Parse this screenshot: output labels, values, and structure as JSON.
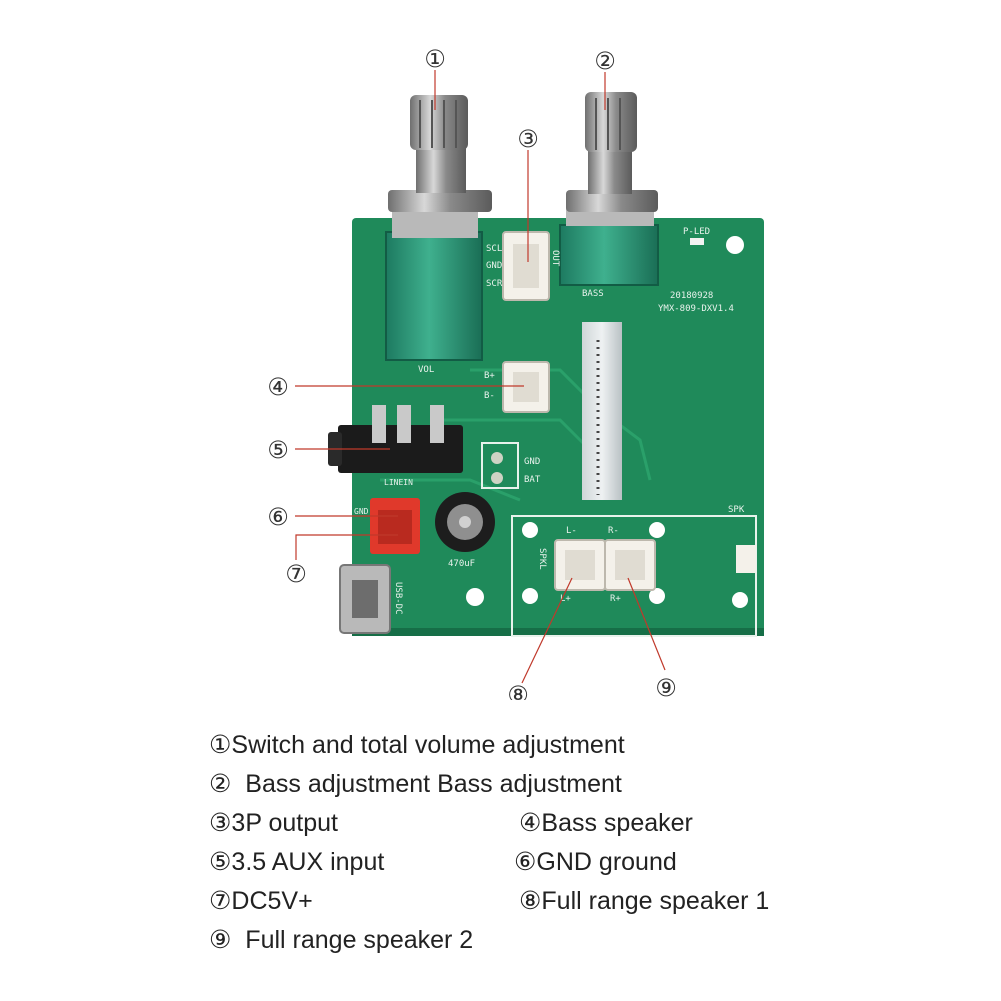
{
  "board": {
    "silkscreen": {
      "scl": "SCL",
      "gnd_top": "GND",
      "scr": "SCR",
      "out": "OUT",
      "vol": "VOL",
      "bass": "BASS",
      "p_led": "P-LED",
      "date": "20180928",
      "model": "YMX-809-DXV1.4",
      "b_plus": "B+",
      "b_minus": "B-",
      "gnd_bat": "GND",
      "bat": "BAT",
      "linein": "LINEIN",
      "gnd_red": "GND",
      "cap": "470uF",
      "usb_dc": "USB-DC",
      "spk": "SPK",
      "l_minus": "L-",
      "r_minus": "R-",
      "l_plus": "L+",
      "r_plus": "R+",
      "spkl": "SPKL"
    },
    "colors": {
      "pcb": "#1f8a5a",
      "pcb_dark": "#166e47",
      "knob_metal": "#9a9a9a",
      "pot_body": "#2f9a7a",
      "connector": "#f4f1ea",
      "red_connector": "#e0392b",
      "callout_line": "#c0392b"
    }
  },
  "callouts": [
    "①",
    "②",
    "③",
    "④",
    "⑤",
    "⑥",
    "⑦",
    "⑧",
    "⑨"
  ],
  "legend": {
    "line1": "①Switch and total volume adjustment",
    "line2": "②  Bass adjustment Bass adjustment",
    "line3a": "③3P output",
    "line3b": "④Bass speaker",
    "line4a": "⑤3.5 AUX input",
    "line4b": "⑥GND ground",
    "line5a": "⑦DC5V+",
    "line5b": "⑧Full range speaker 1",
    "line6": "⑨  Full range speaker 2"
  }
}
